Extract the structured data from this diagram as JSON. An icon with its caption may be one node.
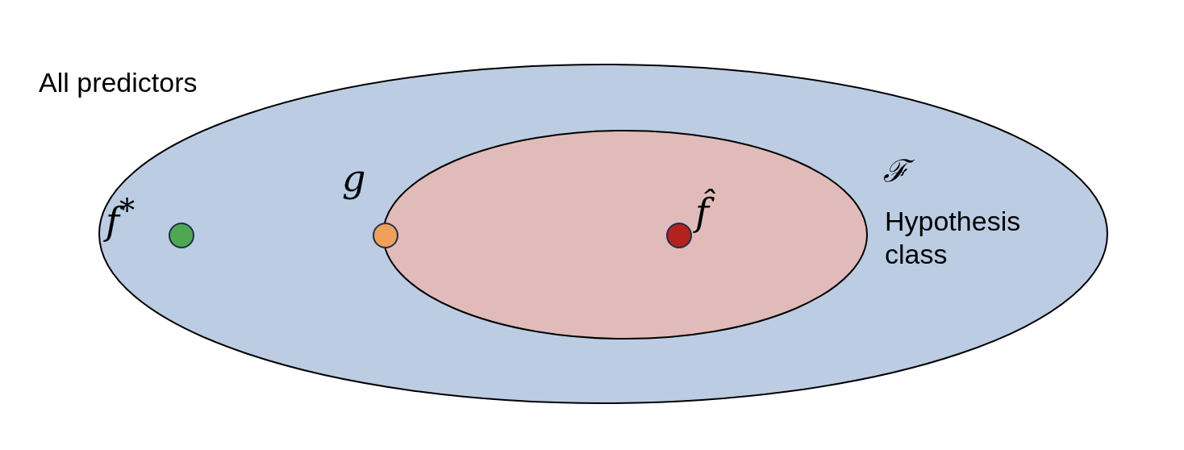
{
  "diagram": {
    "nodes": [
      {
        "text": [
          "All predictors"
        ]
      },
      {
        "text": [
          "ℱ",
          "Hypothesis class"
        ],
        "in": 0
      },
      {
        "text": [
          "f$^{*}$"
        ],
        "in": 0
      },
      {
        "text": [
          "g"
        ],
        "in": 0
      },
      {
        "text": [
          "f̂"
        ],
        "in": 1
      }
    ]
  }
}
